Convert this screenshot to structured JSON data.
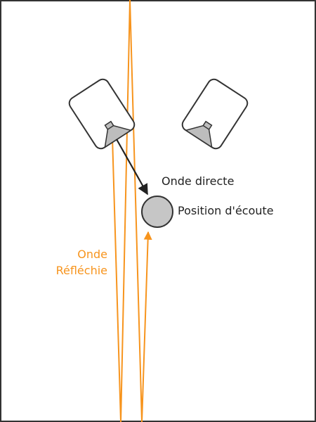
{
  "colors": {
    "frame": "#333333",
    "reflected": "#f7941d",
    "speaker_fill": "#ffffff",
    "speaker_stroke": "#333333",
    "driver_fill": "#bdbdbd",
    "listener_fill": "#c6c6c6",
    "direct_arrow": "#222222",
    "text": "#222222"
  },
  "labels": {
    "direct_wave": "Onde directe",
    "listening_position": "Position d'écoute",
    "reflected_wave_line1": "Onde",
    "reflected_wave_line2": "Réfléchie"
  },
  "icons": {
    "left_speaker": "speaker-icon",
    "right_speaker": "speaker-icon",
    "listener": "listener-circle"
  }
}
